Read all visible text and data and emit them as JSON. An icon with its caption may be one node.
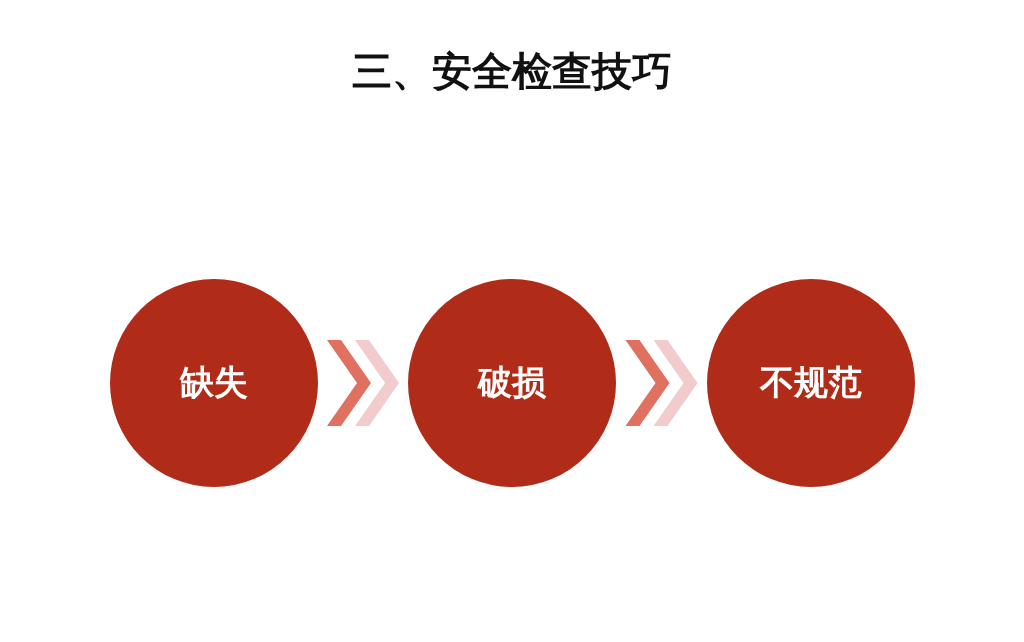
{
  "diagram": {
    "title": "三、安全检查技巧",
    "nodes": [
      {
        "text": [
          "缺失"
        ]
      },
      {
        "text": [
          "破损"
        ]
      },
      {
        "text": [
          "不规范"
        ]
      }
    ],
    "edges": [
      {
        "from": 0,
        "to": 1,
        "arrow": "to"
      },
      {
        "from": 1,
        "to": 2,
        "arrow": "to"
      }
    ]
  }
}
